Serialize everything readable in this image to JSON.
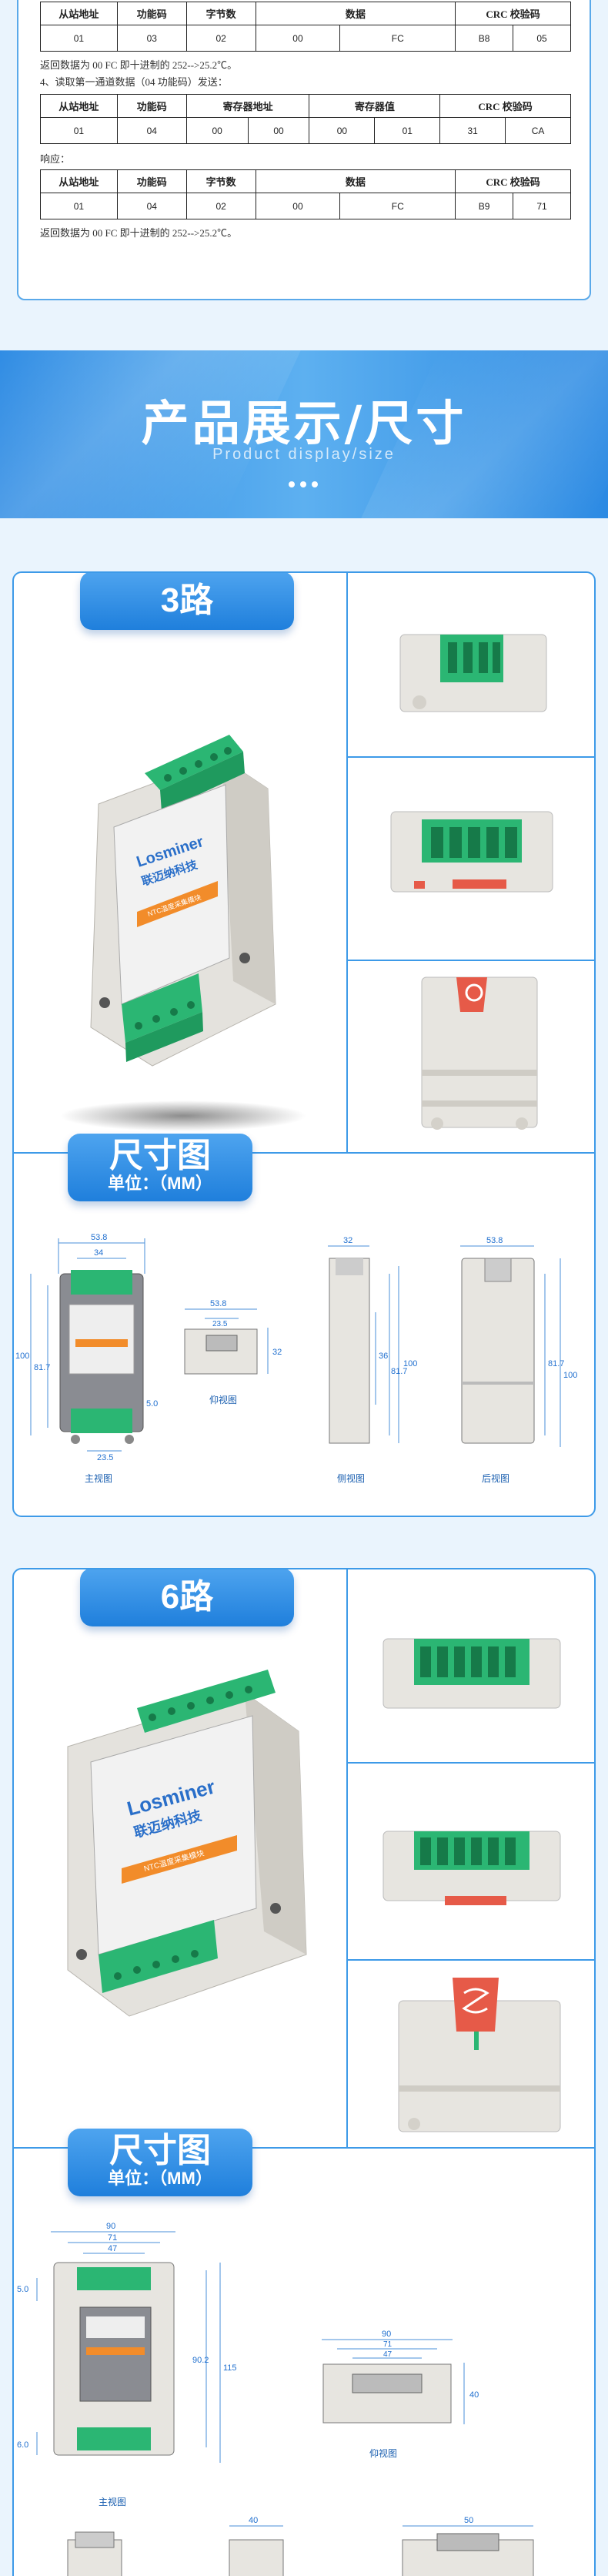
{
  "top_table": {
    "row1": {
      "headers": [
        "从站地址",
        "功能码",
        "字节数",
        "数据",
        "CRC 校验码"
      ],
      "values": [
        "01",
        "03",
        "02",
        "00",
        "FC",
        "B8",
        "05"
      ]
    },
    "note1": "返回数据为 00 FC 即十进制的 252-->25.2℃。",
    "step4": "4、读取第一通道数据（04 功能码）发送：",
    "row2": {
      "headers": [
        "从站地址",
        "功能码",
        "寄存器地址",
        "寄存器值",
        "CRC 校验码"
      ],
      "values": [
        "01",
        "04",
        "00",
        "00",
        "00",
        "01",
        "31",
        "CA"
      ]
    },
    "reply": "响应：",
    "row3": {
      "headers": [
        "从站地址",
        "功能码",
        "字节数",
        "数据",
        "CRC 校验码"
      ],
      "values": [
        "01",
        "04",
        "02",
        "00",
        "FC",
        "B9",
        "71"
      ]
    },
    "note2": "返回数据为 00 FC 即十进制的 252-->25.2℃。"
  },
  "banner": {
    "title": "产品展示/尺寸",
    "subtitle": "Product display/size"
  },
  "panel_3": {
    "label": "3路",
    "dim_title": "尺寸图",
    "dim_unit": "单位：（MM）",
    "brand": "Losminer",
    "brand_cn": "联迈纳科技",
    "module_name": "NTC温度采集模块",
    "views": {
      "front": "主视图",
      "bottom": "仰视图",
      "side": "侧视图",
      "back": "后视图"
    },
    "dims": {
      "w1": "53.8",
      "w2": "34",
      "h1": "100",
      "h2": "81.7",
      "d1": "5.0",
      "d2": "23.5",
      "bw": "53.8",
      "bi": "23.5",
      "bh": "32",
      "sw": "32",
      "sh": "36",
      "sh2": "81.7",
      "st": "100",
      "rw": "53.8",
      "rh": "81.7",
      "rt": "100"
    }
  },
  "panel_6": {
    "label": "6路",
    "dim_title": "尺寸图",
    "dim_unit": "单位：（MM）",
    "brand": "Losminer",
    "brand_cn": "联迈纳科技",
    "module_name": "NTC温度采集模块",
    "views": {
      "front": "主视图",
      "bottom": "仰视图"
    },
    "dims": {
      "w1": "90",
      "w2": "71",
      "w3": "47",
      "h1": "90.2",
      "h2": "115",
      "d1": "5.0",
      "d2": "6.0",
      "bw": "90",
      "bw2": "71",
      "bw3": "47",
      "bh": "40",
      "s1": "40",
      "s2": "50"
    }
  },
  "colors": {
    "accent": "#2c8ae3",
    "border": "#3d9ae8",
    "terminal": "#2bb673",
    "housing": "#e4e2dd"
  }
}
